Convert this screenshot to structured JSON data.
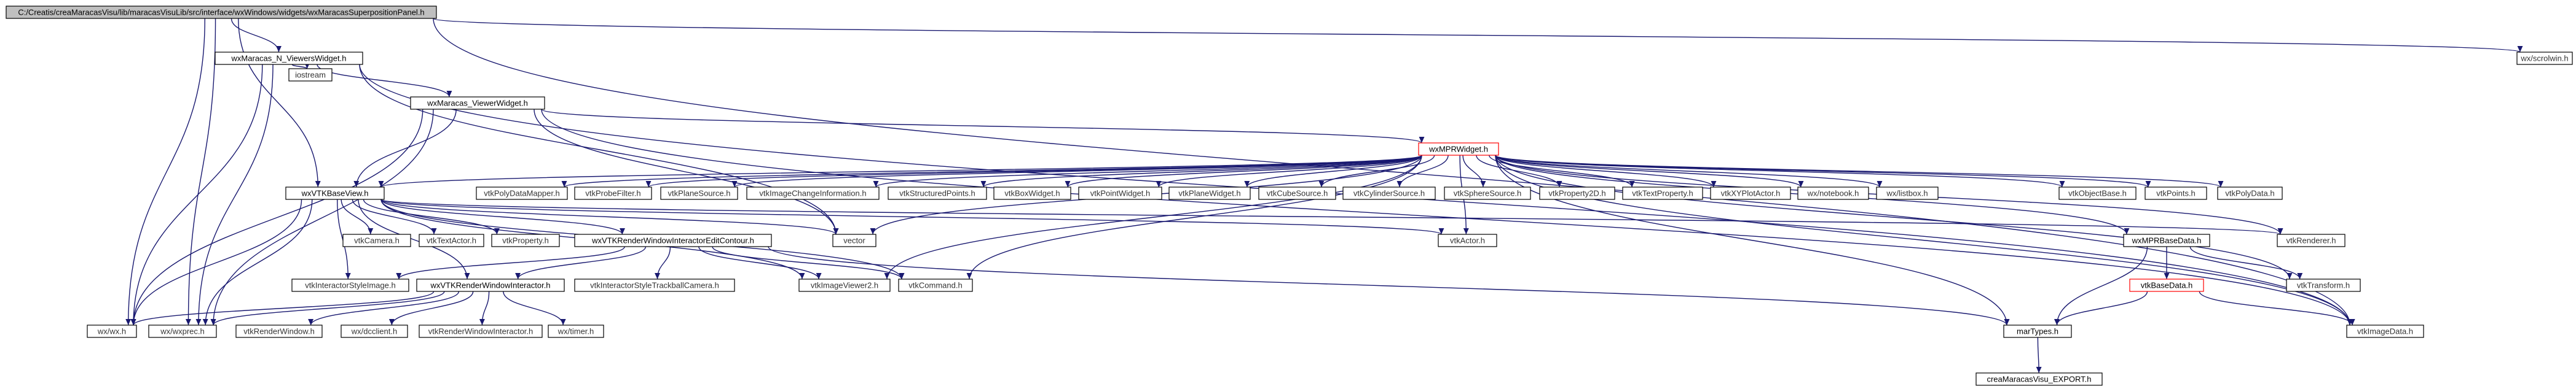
{
  "diagram": {
    "nodes": {
      "root": "C:/Creatis/creaMaracasVisu/lib/maracasVisuLib/src/interface/wxWindows/widgets/wxMaracasSuperpositionPanel.h",
      "nviewers": "wxMaracas_N_ViewersWidget.h",
      "wxscreen": "wx/scrolwin.h",
      "iostream": "iostream",
      "viewerwidget": "wxMaracas_ViewerWidget.h",
      "mprwidget": "wxMPRWidget.h",
      "vtkbaseview": "wxVTKBaseView.h",
      "polydatamapper": "vtkPolyDataMapper.h",
      "probefilter": "vtkProbeFilter.h",
      "planesource": "vtkPlaneSource.h",
      "imagechange": "vtkImageChangeInformation.h",
      "structuredpoints": "vtkStructuredPoints.h",
      "boxwidget": "vtkBoxWidget.h",
      "pointwidget": "vtkPointWidget.h",
      "planewidget": "vtkPlaneWidget.h",
      "cubesource": "vtkCubeSource.h",
      "cylindersource": "vtkCylinderSource.h",
      "spheresource": "vtkSphereSource.h",
      "property2d": "vtkProperty2D.h",
      "textproperty": "vtkTextProperty.h",
      "xyplotactor": "vtkXYPlotActor.h",
      "notebook": "wx/notebook.h",
      "listbox": "wx/listbox.h",
      "objectbase": "vtkObjectBase.h",
      "points": "vtkPoints.h",
      "polydata": "vtkPolyData.h",
      "camera": "vtkCamera.h",
      "textactor": "vtkTextActor.h",
      "property": "vtkProperty.h",
      "rwiec": "wxVTKRenderWindowInteractorEditContour.h",
      "vector": "vector",
      "actor": "vtkActor.h",
      "mprbasedata": "wxMPRBaseData.h",
      "renderer": "vtkRenderer.h",
      "interactorstyleimage": "vtkInteractorStyleImage.h",
      "rwi": "wxVTKRenderWindowInteractor.h",
      "trackballcamera": "vtkInteractorStyleTrackballCamera.h",
      "imageviewer2": "vtkImageViewer2.h",
      "command": "vtkCommand.h",
      "basedata": "vtkBaseData.h",
      "transform": "vtkTransform.h",
      "wxwx": "wx/wx.h",
      "wxprec": "wx/wxprec.h",
      "renderwindow": "vtkRenderWindow.h",
      "dcclient": "wx/dcclient.h",
      "rwinteractor": "vtkRenderWindowInteractor.h",
      "timer": "wx/timer.h",
      "martypes": "marTypes.h",
      "imagedata": "vtkImageData.h",
      "export": "creaMaracasVisu_EXPORT.h"
    }
  }
}
